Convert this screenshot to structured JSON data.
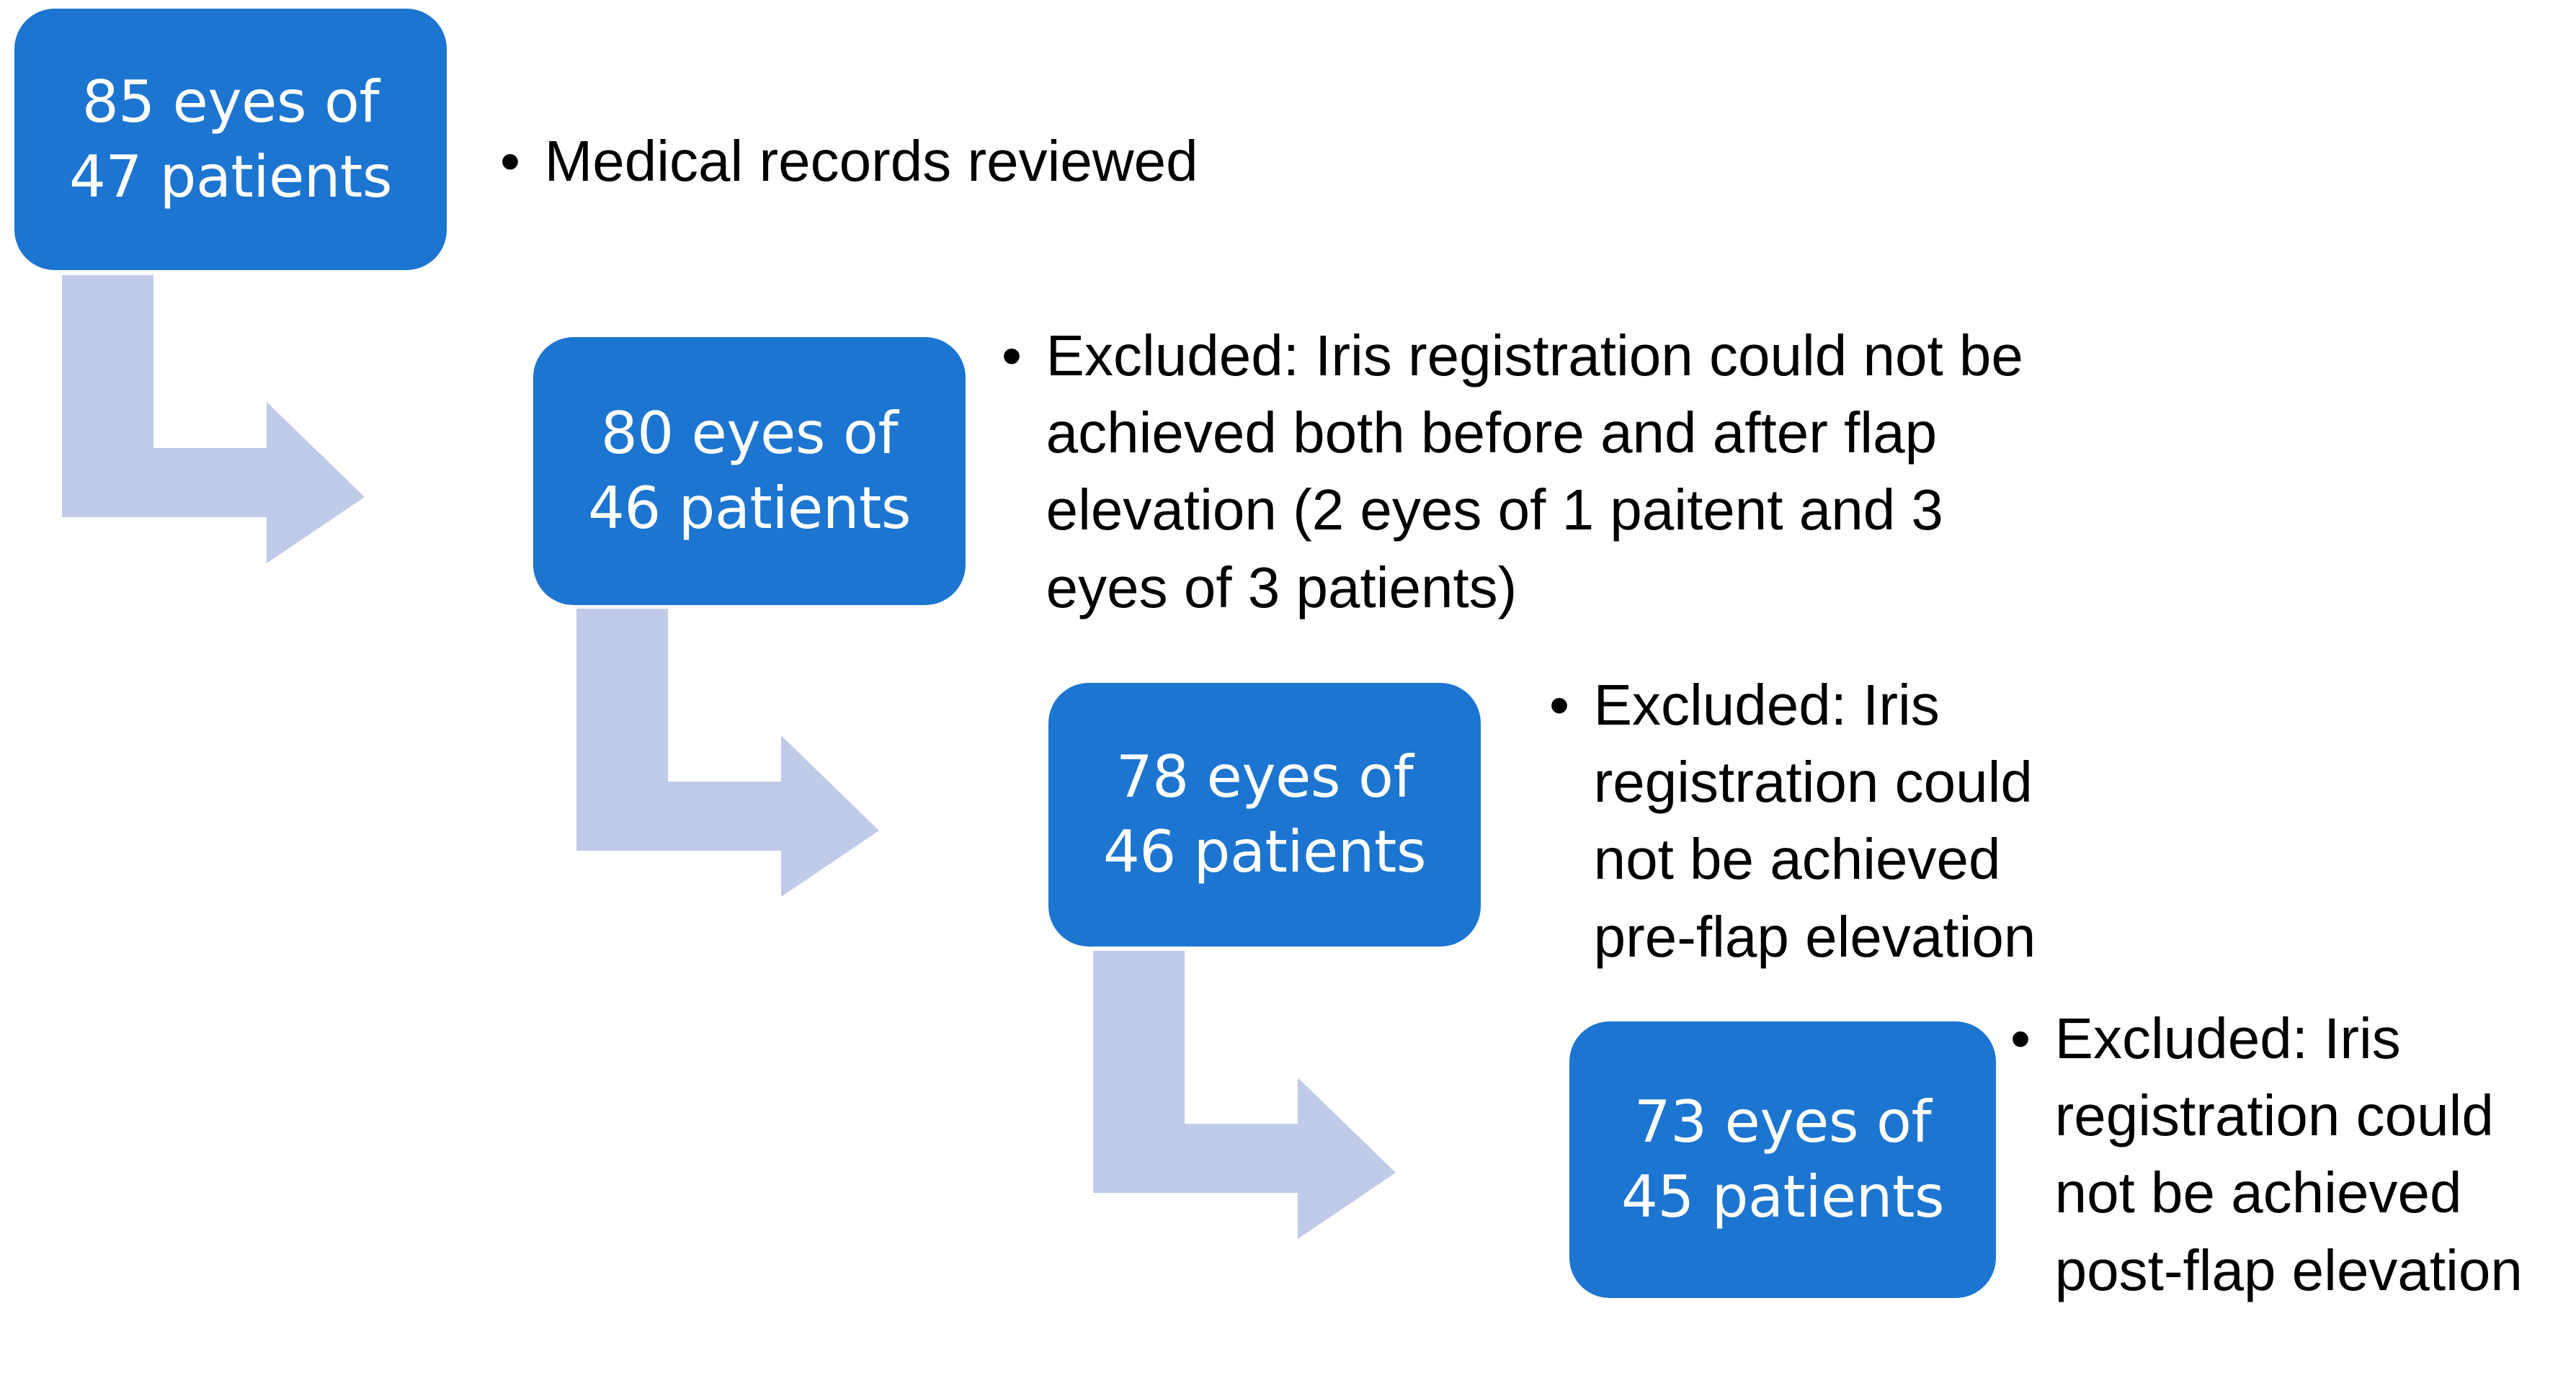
{
  "diagram": {
    "type": "patient-flow-chart",
    "colors": {
      "box_fill": "#1C75D0",
      "box_text": "#FFFFFF",
      "arrow_fill": "#BFCBE8",
      "note_text": "#000000",
      "background": "#FFFFFF"
    },
    "boxes": [
      {
        "id": "box-1",
        "line1": "85 eyes of",
        "line2": "47 patients",
        "text": "85 eyes of\n47 patients"
      },
      {
        "id": "box-2",
        "line1": "80 eyes of",
        "line2": "46 patients",
        "text": "80 eyes of\n46 patients"
      },
      {
        "id": "box-3",
        "line1": "78 eyes of",
        "line2": "46 patients",
        "text": "78 eyes of\n46 patients"
      },
      {
        "id": "box-4",
        "line1": "73 eyes of",
        "line2": "45 patients",
        "text": "73 eyes of\n45 patients"
      }
    ],
    "notes": [
      {
        "id": "note-1",
        "bullet": "•",
        "text": "Medical records reviewed"
      },
      {
        "id": "note-2",
        "bullet": "•",
        "text": "Excluded: Iris registration could not be achieved both before and after flap elevation (2 eyes of 1 paitent and 3 eyes of 3 patients)"
      },
      {
        "id": "note-3",
        "bullet": "•",
        "text": "Excluded: Iris registration could not be achieved pre-flap elevation"
      },
      {
        "id": "note-4",
        "bullet": "•",
        "text": "Excluded: Iris registration could not be achieved post-flap elevation"
      }
    ],
    "arrows": [
      {
        "id": "arrow-1",
        "from": "box-1",
        "to": "box-2",
        "shape": "bent-down-right"
      },
      {
        "id": "arrow-2",
        "from": "box-2",
        "to": "box-3",
        "shape": "bent-down-right"
      },
      {
        "id": "arrow-3",
        "from": "box-3",
        "to": "box-4",
        "shape": "bent-down-right"
      }
    ]
  }
}
